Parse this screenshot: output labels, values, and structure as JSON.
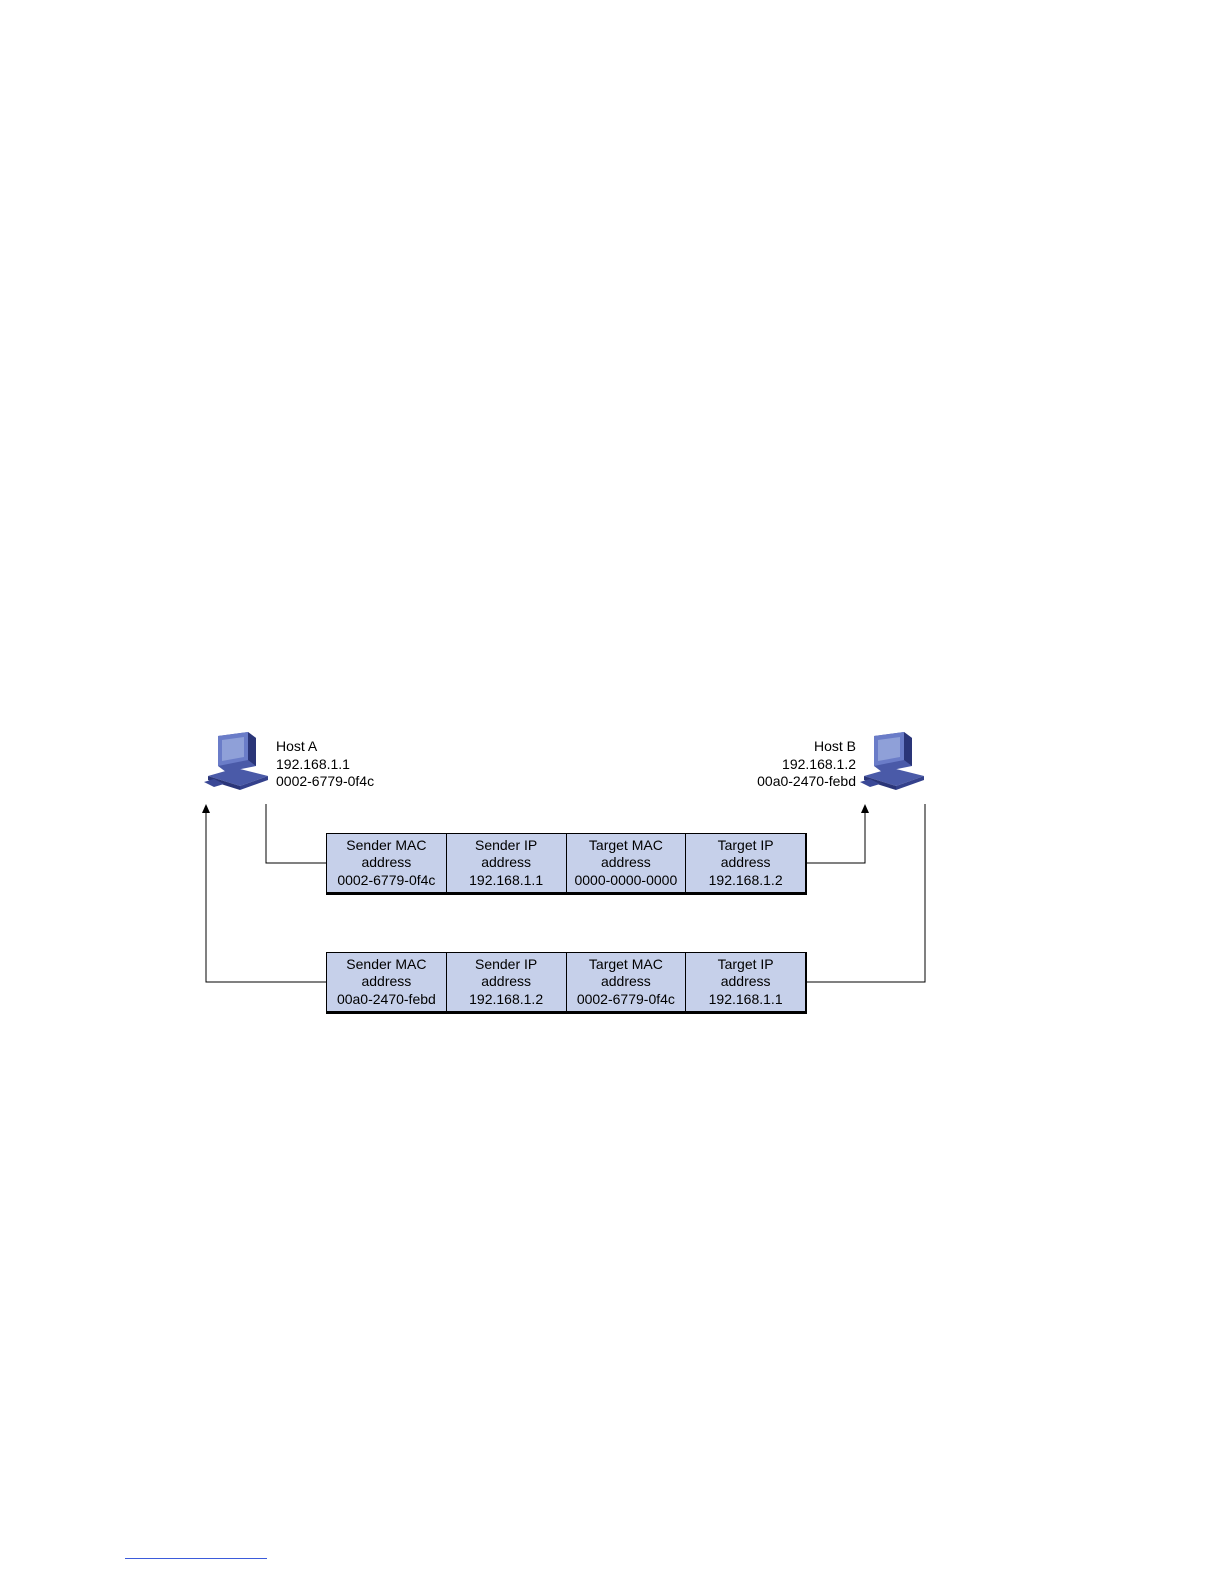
{
  "host_a": {
    "name": "Host A",
    "ip": "192.168.1.1",
    "mac": "0002-6779-0f4c"
  },
  "host_b": {
    "name": "Host B",
    "ip": "192.168.1.2",
    "mac": "00a0-2470-febd"
  },
  "request_packet": {
    "fields": [
      {
        "line1": "Sender MAC",
        "line2": "address",
        "line3": "0002-6779-0f4c"
      },
      {
        "line1": "Sender IP",
        "line2": "address",
        "line3": "192.168.1.1"
      },
      {
        "line1": "Target MAC",
        "line2": "address",
        "line3": "0000-0000-0000"
      },
      {
        "line1": "Target IP",
        "line2": "address",
        "line3": "192.168.1.2"
      }
    ]
  },
  "reply_packet": {
    "fields": [
      {
        "line1": "Sender MAC",
        "line2": "address",
        "line3": "00a0-2470-febd"
      },
      {
        "line1": "Sender IP",
        "line2": "address",
        "line3": "192.168.1.2"
      },
      {
        "line1": "Target MAC",
        "line2": "address",
        "line3": "0002-6779-0f4c"
      },
      {
        "line1": "Target IP",
        "line2": "address",
        "line3": "192.168.1.1"
      }
    ]
  },
  "colors": {
    "field_fill": "#c6d0ea",
    "computer_blue": "#4a5aa8",
    "computer_dark": "#2a3578",
    "screen": "#8fa0d8"
  },
  "icons": {
    "host_a": "desktop-computer-icon",
    "host_b": "desktop-computer-icon"
  }
}
